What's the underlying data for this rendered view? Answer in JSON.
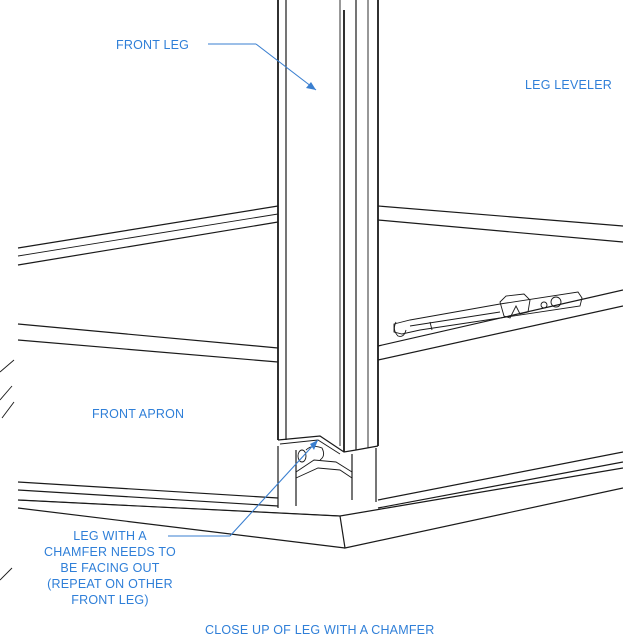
{
  "labels": {
    "front_leg": "FRONT LEG",
    "leg_leveler": "LEG LEVELER",
    "front_apron": "FRONT APRON",
    "chamfer_note_line1": "LEG WITH A",
    "chamfer_note_line2": "CHAMFER NEEDS TO",
    "chamfer_note_line3": "BE FACING OUT",
    "chamfer_note_line4": "(REPEAT ON OTHER",
    "chamfer_note_line5": "FRONT LEG)",
    "caption": "CLOSE UP OF LEG WITH A CHAMFER"
  },
  "colors": {
    "label_blue": "#2f7fd8",
    "line": "#1a1a1a"
  }
}
